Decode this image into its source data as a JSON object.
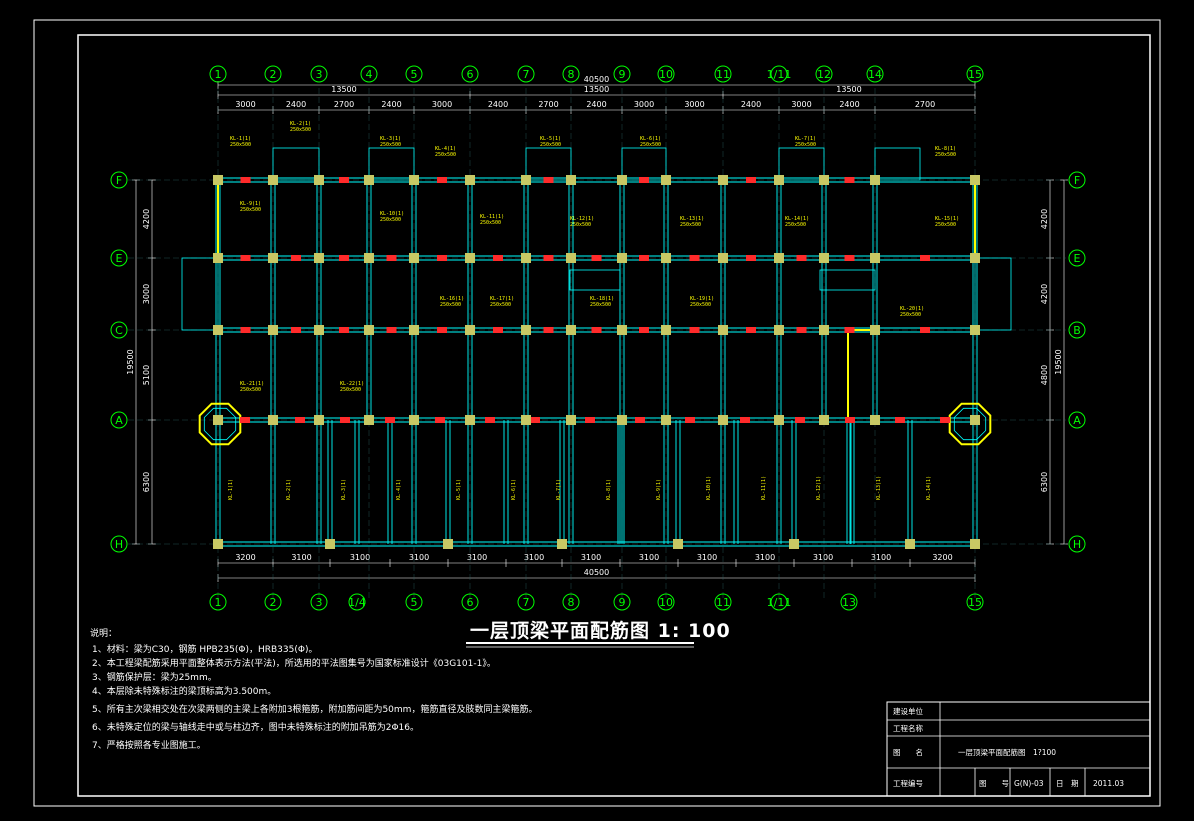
{
  "drawing_title": "一层顶梁平面配筋图 1: 100",
  "axes_top": [
    "1",
    "2",
    "3",
    "4",
    "5",
    "6",
    "7",
    "8",
    "9",
    "10",
    "11",
    "1/11",
    "12",
    "14",
    "15"
  ],
  "axes_bottom": [
    "1",
    "2",
    "3",
    "1/4",
    "5",
    "6",
    "7",
    "8",
    "9",
    "10",
    "11",
    "1/11",
    "13",
    "15"
  ],
  "axes_left": [
    "F",
    "E",
    "C",
    "A",
    "H"
  ],
  "axes_right": [
    "F",
    "E",
    "B",
    "A",
    "H"
  ],
  "dims_top_total": "40500",
  "dims_top_half": [
    "13500",
    "13500",
    "13500"
  ],
  "dims_top_bays": [
    "3000",
    "2400",
    "2700",
    "2400",
    "3000",
    "2400",
    "2700",
    "2400",
    "3000",
    "3000",
    "2400",
    "3000",
    "2400",
    "2700"
  ],
  "dims_bottom_bays": [
    "3200",
    "3100",
    "3100",
    "3100",
    "3100",
    "3100",
    "3100",
    "3100",
    "3100",
    "3100",
    "3100",
    "3100",
    "3200"
  ],
  "dims_bottom_total": "40500",
  "dims_left": [
    "4200",
    "3000",
    "5100",
    "6300"
  ],
  "dims_left_total": "19500",
  "dims_right": [
    "4200",
    "4200",
    "4800",
    "6300"
  ],
  "dims_right_total": "19500",
  "notes": {
    "heading": "说明：",
    "items": [
      "1、材料：梁为C30，钢筋 HPB235(Φ)，HRB335(Φ)。",
      "2、本工程梁配筋采用平面整体表示方法(平法)，所选用的平法图集号为国家标准设计《03G101-1》。",
      "3、钢筋保护层：梁为25mm。",
      "4、本层除未特殊标注的梁顶标高为3.500m。",
      "5、所有主次梁相交处在次梁两侧的主梁上各附加3根箍筋，附加筋间距为50mm，箍筋直径及肢数同主梁箍筋。",
      "6、未特殊定位的梁与轴线走中或与柱边齐，图中未特殊标注的附加吊筋为2Φ16。",
      "7、严格按照各专业图施工。"
    ]
  },
  "title_block": {
    "r1_label": "建设单位",
    "r2_label": "工程名称",
    "r3_label": "图　　名",
    "r3_value": "一层顶梁平面配筋图　1?100",
    "r4_label": "工程编号",
    "r4_label2": "图　　号",
    "r4_value2": "G(N)-03",
    "r4_label3": "日　期",
    "r4_value3": "2011.03"
  },
  "beam_labels": [
    "KL-1(1)",
    "KL-2(1)",
    "KL-3(1)",
    "KL-4(1)",
    "KL-5(1)",
    "KL-6(1)",
    "KL-7(1)",
    "KL-8(1)",
    "KL-9(1)",
    "KL-10(1)",
    "KL-11(1)",
    "KL-12(1)",
    "KL-13(1)",
    "KL-14(1)",
    "KL-15(1)",
    "KL-16(1)",
    "KL-17(1)",
    "KL-18(1)",
    "KL-19(1)",
    "KL-20(1)",
    "KL-21(1)",
    "KL-22(1)"
  ],
  "colors": {
    "frame": "#ffffff",
    "axis": "#00ff00",
    "beam": "#00ffff",
    "column": "#c8c864",
    "rebar": "#ff2a2a",
    "text": "#ffff00",
    "dim": "#ffffff"
  }
}
